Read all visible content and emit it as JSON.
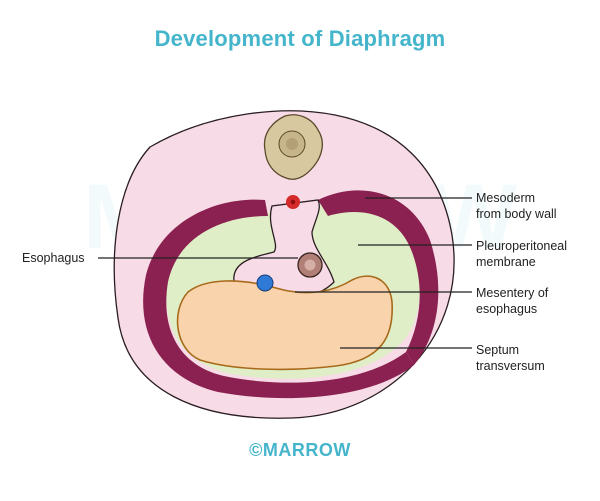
{
  "title": "Development of Diaphragm",
  "labels": {
    "mesoderm": [
      "Mesoderm",
      "from body wall"
    ],
    "pleuroperitoneal": [
      "Pleuroperitoneal",
      "membrane"
    ],
    "mesentery": [
      "Mesentery of",
      "esophagus"
    ],
    "septum": [
      "Septum",
      "transversum"
    ],
    "esophagus": "Esophagus"
  },
  "footer": "©MARROW",
  "watermark": "MARROW",
  "colors": {
    "title": "#45b5cc",
    "body_wall": "#f7dbe6",
    "mesoderm": "#8b2150",
    "pleuroperitoneal": "#dfeec6",
    "septum": "#f8d3ac",
    "vertebra": "#d8c8a0",
    "aorta": "#d42a2a",
    "esophagus": "#b07f75",
    "vena_cava": "#2f7ad6"
  }
}
